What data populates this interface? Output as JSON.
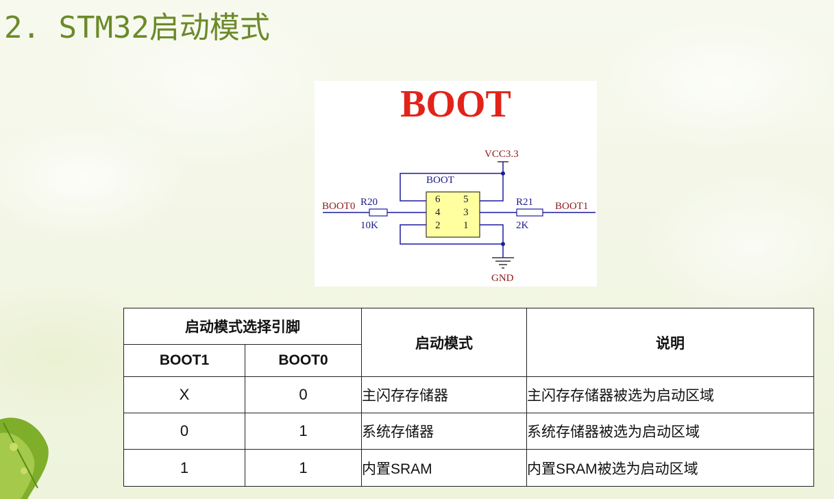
{
  "slide": {
    "title": "2. STM32启动模式"
  },
  "schematic": {
    "heading": "BOOT",
    "vcc_label": "VCC3.3",
    "gnd_label": "GND",
    "switch_label": "BOOT",
    "pins": {
      "p6": "6",
      "p5": "5",
      "p4": "4",
      "p3": "3",
      "p2": "2",
      "p1": "1"
    },
    "left_net": "BOOT0",
    "left_resistor": "R20",
    "left_value": "10K",
    "right_net": "BOOT1",
    "right_resistor": "R21",
    "right_value": "2K"
  },
  "table": {
    "group_header": "启动模式选择引脚",
    "col_boot1": "BOOT1",
    "col_boot0": "BOOT0",
    "col_mode": "启动模式",
    "col_desc": "说明",
    "rows": [
      {
        "boot1": "X",
        "boot0": "0",
        "mode": "主闪存存储器",
        "desc": "主闪存存储器被选为启动区域"
      },
      {
        "boot1": "0",
        "boot0": "1",
        "mode": "系统存储器",
        "desc": "系统存储器被选为启动区域"
      },
      {
        "boot1": "1",
        "boot0": "1",
        "mode": "内置SRAM",
        "desc": "内置SRAM被选为启动区域"
      }
    ]
  }
}
